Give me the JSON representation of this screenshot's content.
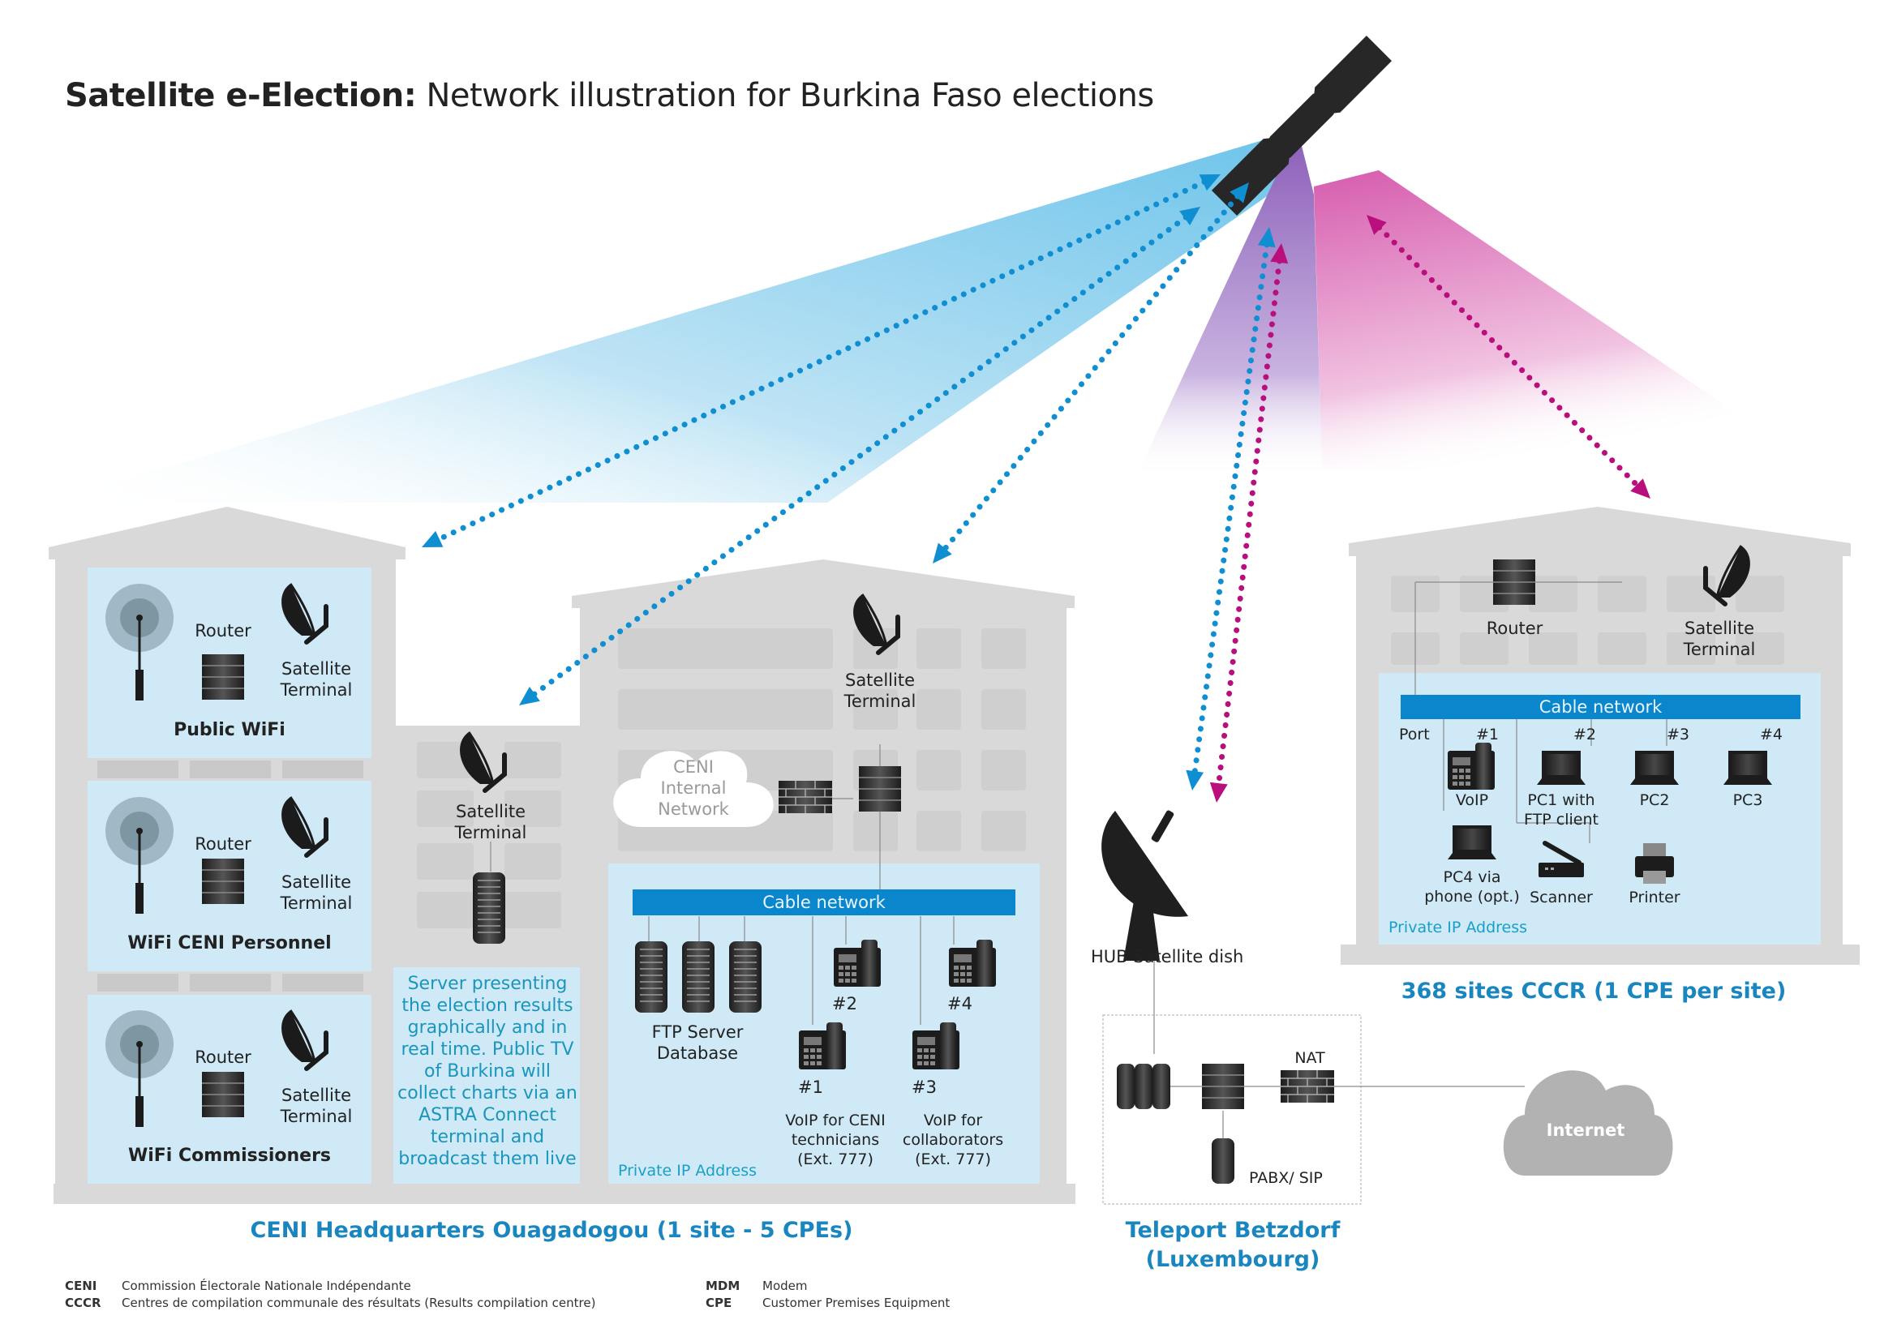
{
  "title": {
    "bold": "Satellite e-Election:",
    "rest": "Network illustration for Burkina Faso elections"
  },
  "colors": {
    "beam_blue": "#6dc3ea",
    "beam_magenta": "#d85fb0",
    "beam_purple": "#8c5cb5",
    "link_blue": "#0f8fd2",
    "link_magenta": "#b80f7c",
    "building_gray": "#d9d9d9",
    "room_blue": "#cfe9f6",
    "cable_blue": "#0a86cc",
    "caption_blue": "#1a86c0"
  },
  "icons": {
    "satellite": "satellite-icon",
    "dish": "satellite-dish-icon",
    "router": "router-icon",
    "wifi": "wifi-antenna-icon",
    "server": "server-icon",
    "firewall": "firewall-icon",
    "phone": "voip-phone-icon",
    "laptop": "laptop-icon",
    "scanner": "scanner-icon",
    "printer": "printer-icon",
    "cloud": "cloud-icon"
  },
  "hq": {
    "caption": "CENI Headquarters Ouagadogou (1 site - 5 CPEs)",
    "wifi_rooms": [
      {
        "name": "Public WiFi",
        "router": "Router",
        "terminal_l1": "Satellite",
        "terminal_l2": "Terminal"
      },
      {
        "name": "WiFi CENI Personnel",
        "router": "Router",
        "terminal_l1": "Satellite",
        "terminal_l2": "Terminal"
      },
      {
        "name": "WiFi Commissioners",
        "router": "Router",
        "terminal_l1": "Satellite",
        "terminal_l2": "Terminal"
      }
    ],
    "media": {
      "terminal_l1": "Satellite",
      "terminal_l2": "Terminal",
      "note": "Server presenting the election results graphically and in real time. Public TV of Burkina will collect charts via an ASTRA Connect terminal and broadcast them live"
    },
    "main": {
      "terminal_l1": "Satellite",
      "terminal_l2": "Terminal",
      "cloud_l1": "CENI",
      "cloud_l2": "Internal",
      "cloud_l3": "Network",
      "cable": "Cable network",
      "ftp_l1": "FTP Server",
      "ftp_l2": "Database",
      "phones": [
        "#1",
        "#2",
        "#3",
        "#4"
      ],
      "voip_ceni": [
        "VoIP for CENI",
        "technicians",
        "(Ext. 777)"
      ],
      "voip_collab": [
        "VoIP for",
        "collaborators",
        "(Ext. 777)"
      ],
      "private_ip": "Private IP Address"
    }
  },
  "teleport": {
    "dish_label": "HUB Satellite dish",
    "nat": "NAT",
    "pabx": "PABX/ SIP",
    "caption_l1": "Teleport Betzdorf",
    "caption_l2": "(Luxembourg)",
    "internet": "Internet"
  },
  "cccr": {
    "caption": "368 sites CCCR (1 CPE per site)",
    "router": "Router",
    "terminal_l1": "Satellite",
    "terminal_l2": "Terminal",
    "cable": "Cable network",
    "port": "Port",
    "ports": [
      "#1",
      "#2",
      "#3",
      "#4"
    ],
    "devices": [
      {
        "l1": "VoIP",
        "l2": ""
      },
      {
        "l1": "PC1 with",
        "l2": "FTP client"
      },
      {
        "l1": "PC2",
        "l2": ""
      },
      {
        "l1": "PC3",
        "l2": ""
      }
    ],
    "pc4": [
      "PC4 via",
      "phone (opt.)"
    ],
    "scanner": "Scanner",
    "printer": "Printer",
    "private_ip": "Private IP Address"
  },
  "legend": [
    {
      "abbr": "CENI",
      "text": "Commission Électorale Nationale Indépendante"
    },
    {
      "abbr": "CCCR",
      "text": "Centres de compilation communale des résultats (Results compilation centre)"
    },
    {
      "abbr": "MDM",
      "text": "Modem"
    },
    {
      "abbr": "CPE",
      "text": "Customer Premises Equipment"
    }
  ]
}
